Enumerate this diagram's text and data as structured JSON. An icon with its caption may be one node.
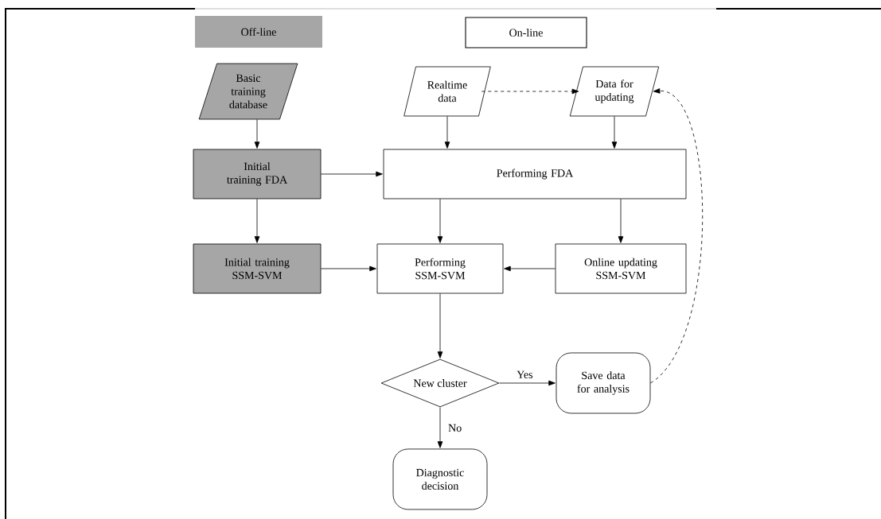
{
  "diagram": {
    "nodes": [
      {
        "text": [
          "Basic training database"
        ]
      },
      {
        "text": [
          "Realtime data"
        ]
      },
      {
        "text": [
          "Data for updating"
        ]
      },
      {
        "text": [
          "Initial training FDA"
        ]
      },
      {
        "text": [
          "Performing FDA"
        ]
      },
      {
        "text": [
          "Initial training SSM-SVM"
        ]
      },
      {
        "text": [
          "Performing SSM-SVM"
        ]
      },
      {
        "text": [
          "Online updating SSM-SVM"
        ]
      },
      {
        "text": [
          "New cluster"
        ]
      },
      {
        "text": [
          "Save data for analysis"
        ]
      },
      {
        "text": [
          "Diagnostic decision"
        ]
      }
    ],
    "edges": [
      {
        "from": 1,
        "to": 2,
        "arrow": "to",
        "style": "dashed"
      },
      {
        "from": 0,
        "to": 3,
        "arrow": "to"
      },
      {
        "from": 1,
        "to": 4,
        "arrow": "to"
      },
      {
        "from": 2,
        "to": 4,
        "arrow": "to"
      },
      {
        "from": 3,
        "to": 4,
        "arrow": "to"
      },
      {
        "from": 3,
        "to": 5,
        "arrow": "to"
      },
      {
        "from": 4,
        "to": 6,
        "arrow": "to"
      },
      {
        "from": 4,
        "to": 7,
        "arrow": "to"
      },
      {
        "from": 5,
        "to": 6,
        "arrow": "to"
      },
      {
        "from": 7,
        "to": 6,
        "arrow": "to"
      },
      {
        "from": 6,
        "to": 8,
        "arrow": "to"
      },
      {
        "from": 8,
        "to": 9,
        "arrow": "to",
        "label": "Yes"
      },
      {
        "from": 8,
        "to": 10,
        "arrow": "to",
        "label": "No"
      },
      {
        "from": 9,
        "to": 2,
        "arrow": "to",
        "style": "dashed"
      }
    ],
    "legend": [
      {
        "text": "Off-line",
        "color": "#a6a6a6"
      },
      {
        "text": "On-line"
      }
    ]
  }
}
